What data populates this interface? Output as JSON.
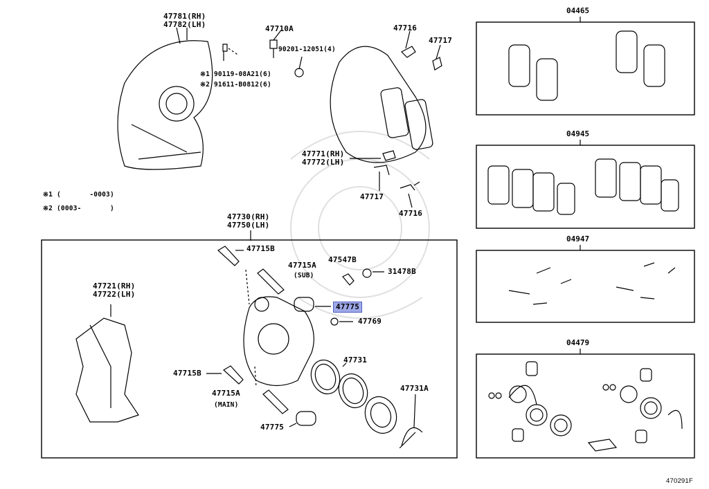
{
  "drawing_id": "470291F",
  "notes": {
    "n1_mark": "※1",
    "n1_text": "(       -0003)",
    "n2_mark": "※2",
    "n2_text": "(0003-       )"
  },
  "parts": {
    "p47781": "47781(RH)",
    "p47782": "47782(LH)",
    "p47710A": "47710A",
    "p90201": "90201-12051(4)",
    "p90119": "※1 90119-08A21(6)",
    "p91611": "※2 91611-B0812(6)",
    "p47716_top": "47716",
    "p47717_top": "47717",
    "p47771": "47771(RH)",
    "p47772": "47772(LH)",
    "p47717_bot": "47717",
    "p47716_bot": "47716",
    "p47730": "47730(RH)",
    "p47750": "47750(LH)",
    "p47715B_top": "47715B",
    "p47715A_sub": "47715A",
    "sub": "(SUB)",
    "p47547B": "47547B",
    "p31478B": "31478B",
    "p47775_hl": "47775",
    "p47769": "47769",
    "p47721": "47721(RH)",
    "p47722": "47722(LH)",
    "p47731": "47731",
    "p47731A": "47731A",
    "p47715B_bot": "47715B",
    "p47715A_main": "47715A",
    "main": "(MAIN)",
    "p47775_bot": "47775"
  },
  "kits": {
    "k04465": "04465",
    "k04945": "04945",
    "k04947": "04947",
    "k04479": "04479"
  },
  "colors": {
    "highlight": "#9fa9e8",
    "line": "#000000"
  }
}
